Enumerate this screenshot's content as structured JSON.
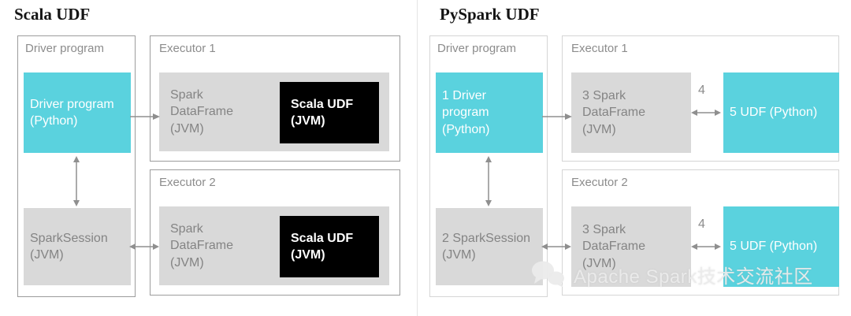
{
  "left": {
    "title": "Scala UDF",
    "driver": {
      "label": "Driver program",
      "python_box": "Driver program (Python)",
      "jvm_box": "SparkSession (JVM)"
    },
    "executors": [
      {
        "label": "Executor 1",
        "dataframe": "Spark DataFrame (JVM)",
        "udf": "Scala UDF (JVM)"
      },
      {
        "label": "Executor 2",
        "dataframe": "Spark DataFrame (JVM)",
        "udf": "Scala UDF (JVM)"
      }
    ]
  },
  "right": {
    "title": "PySpark UDF",
    "driver": {
      "label": "Driver program",
      "python_box": "1 Driver program (Python)",
      "jvm_box": "2 SparkSession (JVM)"
    },
    "executors": [
      {
        "label": "Executor 1",
        "dataframe": "3 Spark DataFrame (JVM)",
        "step": "4",
        "udf": "5 UDF (Python)"
      },
      {
        "label": "Executor 2",
        "dataframe": "3 Spark DataFrame (JVM)",
        "step": "4",
        "udf": "5 UDF (Python)"
      }
    ]
  },
  "watermark": {
    "icon": "wechat-icon",
    "text": "Apache Spark技术交流社区"
  },
  "colors": {
    "accent_cyan": "#5ad2de",
    "box_gray": "#d9d9d9",
    "udf_black": "#000000",
    "arrow_gray": "#8f8f8f"
  }
}
